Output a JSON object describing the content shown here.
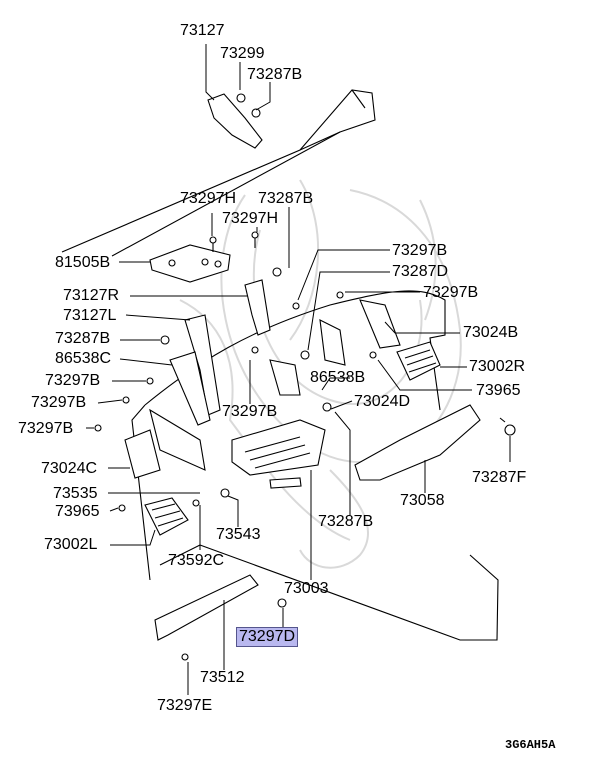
{
  "diagram_code": "3G6AH5A",
  "highlighted_part": "73297D",
  "labels": [
    "73127",
    "73299",
    "73287B",
    "73297H",
    "73287B",
    "73297H",
    "81505B",
    "73297B",
    "73287D",
    "73297B",
    "73127R",
    "73127L",
    "73287B",
    "86538C",
    "73297B",
    "73297B",
    "73297B",
    "73024C",
    "73535",
    "73965",
    "73002L",
    "73592C",
    "73543",
    "73297B",
    "86538B",
    "73024D",
    "73024B",
    "73002R",
    "73965",
    "73287F",
    "73058",
    "73287B",
    "73003",
    "73297D",
    "73512",
    "73297E"
  ]
}
